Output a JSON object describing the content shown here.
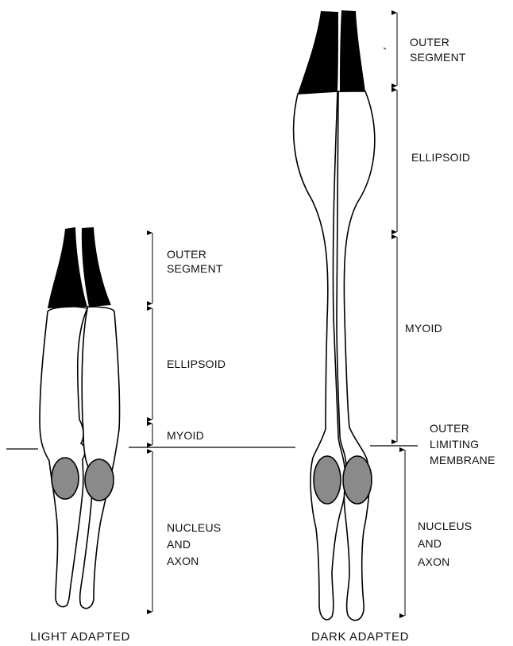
{
  "light_adapted": {
    "caption": "LIGHT ADAPTED",
    "labels": {
      "outer_segment": [
        "OUTER",
        "SEGMENT"
      ],
      "ellipsoid": "ELLIPSOID",
      "myoid": "MYOID",
      "nucleus_axon": [
        "NUCLEUS",
        "AND",
        "AXON"
      ]
    }
  },
  "dark_adapted": {
    "caption": "DARK ADAPTED",
    "labels": {
      "outer_segment": [
        "OUTER",
        "SEGMENT"
      ],
      "ellipsoid": "ELLIPSOID",
      "myoid": "MYOID",
      "outer_limiting_membrane": [
        "OUTER",
        "LIMITING",
        "MEMBRANE"
      ],
      "nucleus_axon": [
        "NUCLEUS",
        "AND",
        "AXON"
      ]
    }
  },
  "colors": {
    "ink": "#000000",
    "nucleus_fill": "#8a8a8a",
    "background": "#ffffff"
  }
}
